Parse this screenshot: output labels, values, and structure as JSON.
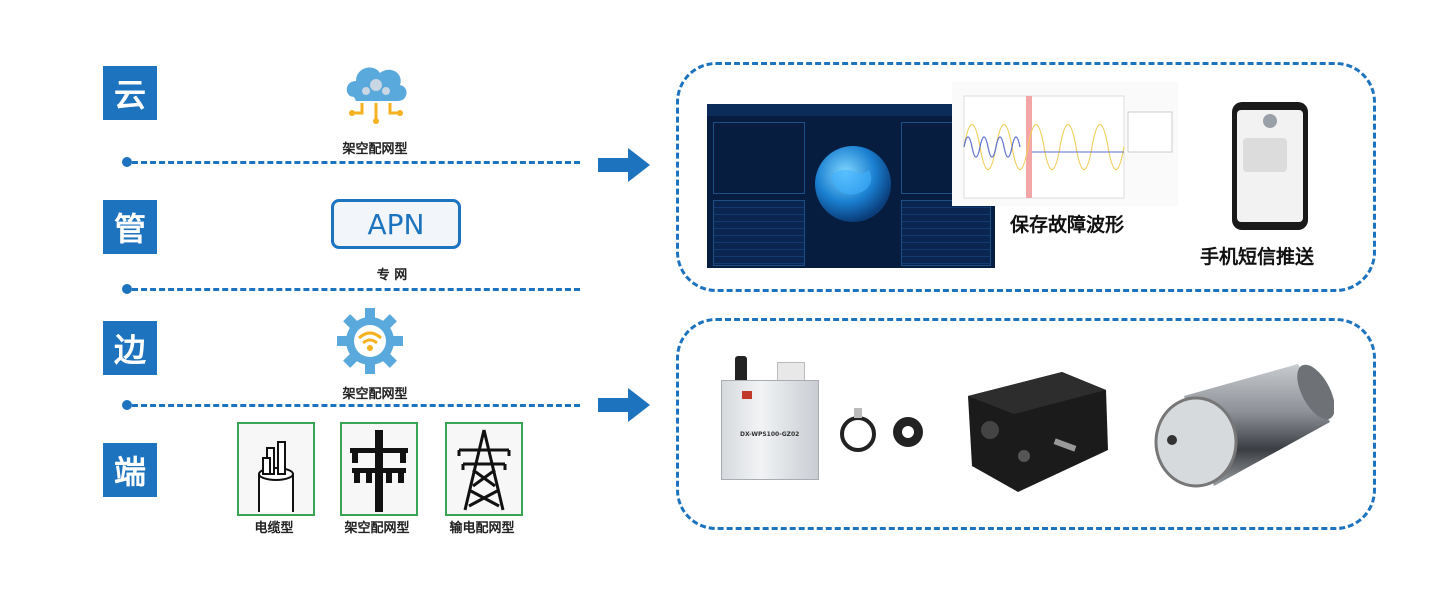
{
  "tiers": [
    {
      "label": "云"
    },
    {
      "label": "管"
    },
    {
      "label": "边"
    },
    {
      "label": "端"
    }
  ],
  "left_icons": {
    "cloud_caption": "架空配网型",
    "apn_label": "APN",
    "apn_caption": "专 网",
    "gear_caption": "架空配网型"
  },
  "terminal_devices": [
    {
      "caption": "电缆型"
    },
    {
      "caption": "架空配网型"
    },
    {
      "caption": "输电配网型"
    }
  ],
  "cloud_panel": {
    "waveform_caption": "保存故障波形",
    "sms_caption": "手机短信推送"
  },
  "device_panel": {
    "unit_model": "DX-WPS100-GZ02"
  },
  "colors": {
    "accent": "#1e73be",
    "device_border": "#3aa655"
  }
}
